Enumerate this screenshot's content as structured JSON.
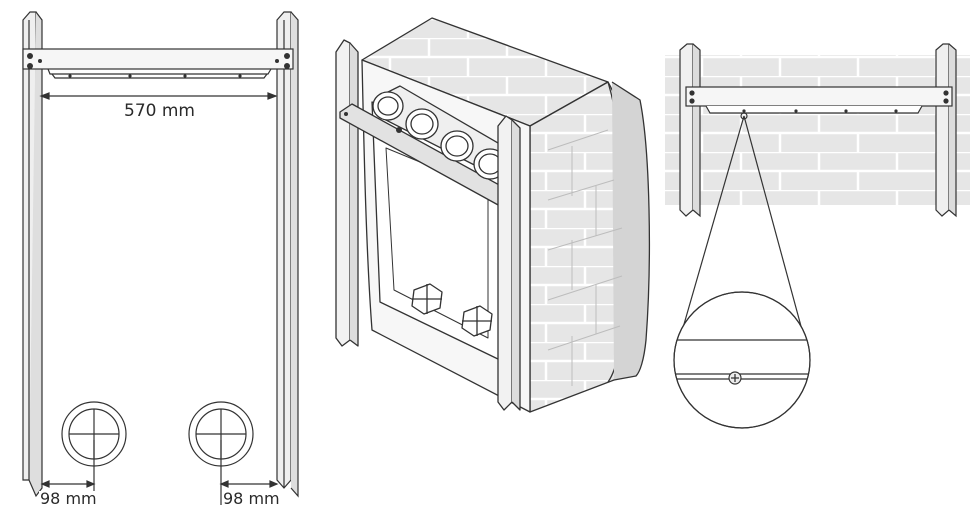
{
  "dimensions": {
    "width": "570 mm",
    "left_offset": "98 mm",
    "right_offset": "98 mm"
  },
  "colors": {
    "line": "#333333",
    "rail_fill": "#e9e9e9",
    "panel_fill": "#f2f2f2",
    "wall_fill": "#e4e4e4",
    "white": "#ffffff"
  },
  "icons": [
    "rail-icon",
    "bracket-icon",
    "screw-icon",
    "cable-entry-icon",
    "brick-wall-icon",
    "magnifier-callout-icon"
  ]
}
